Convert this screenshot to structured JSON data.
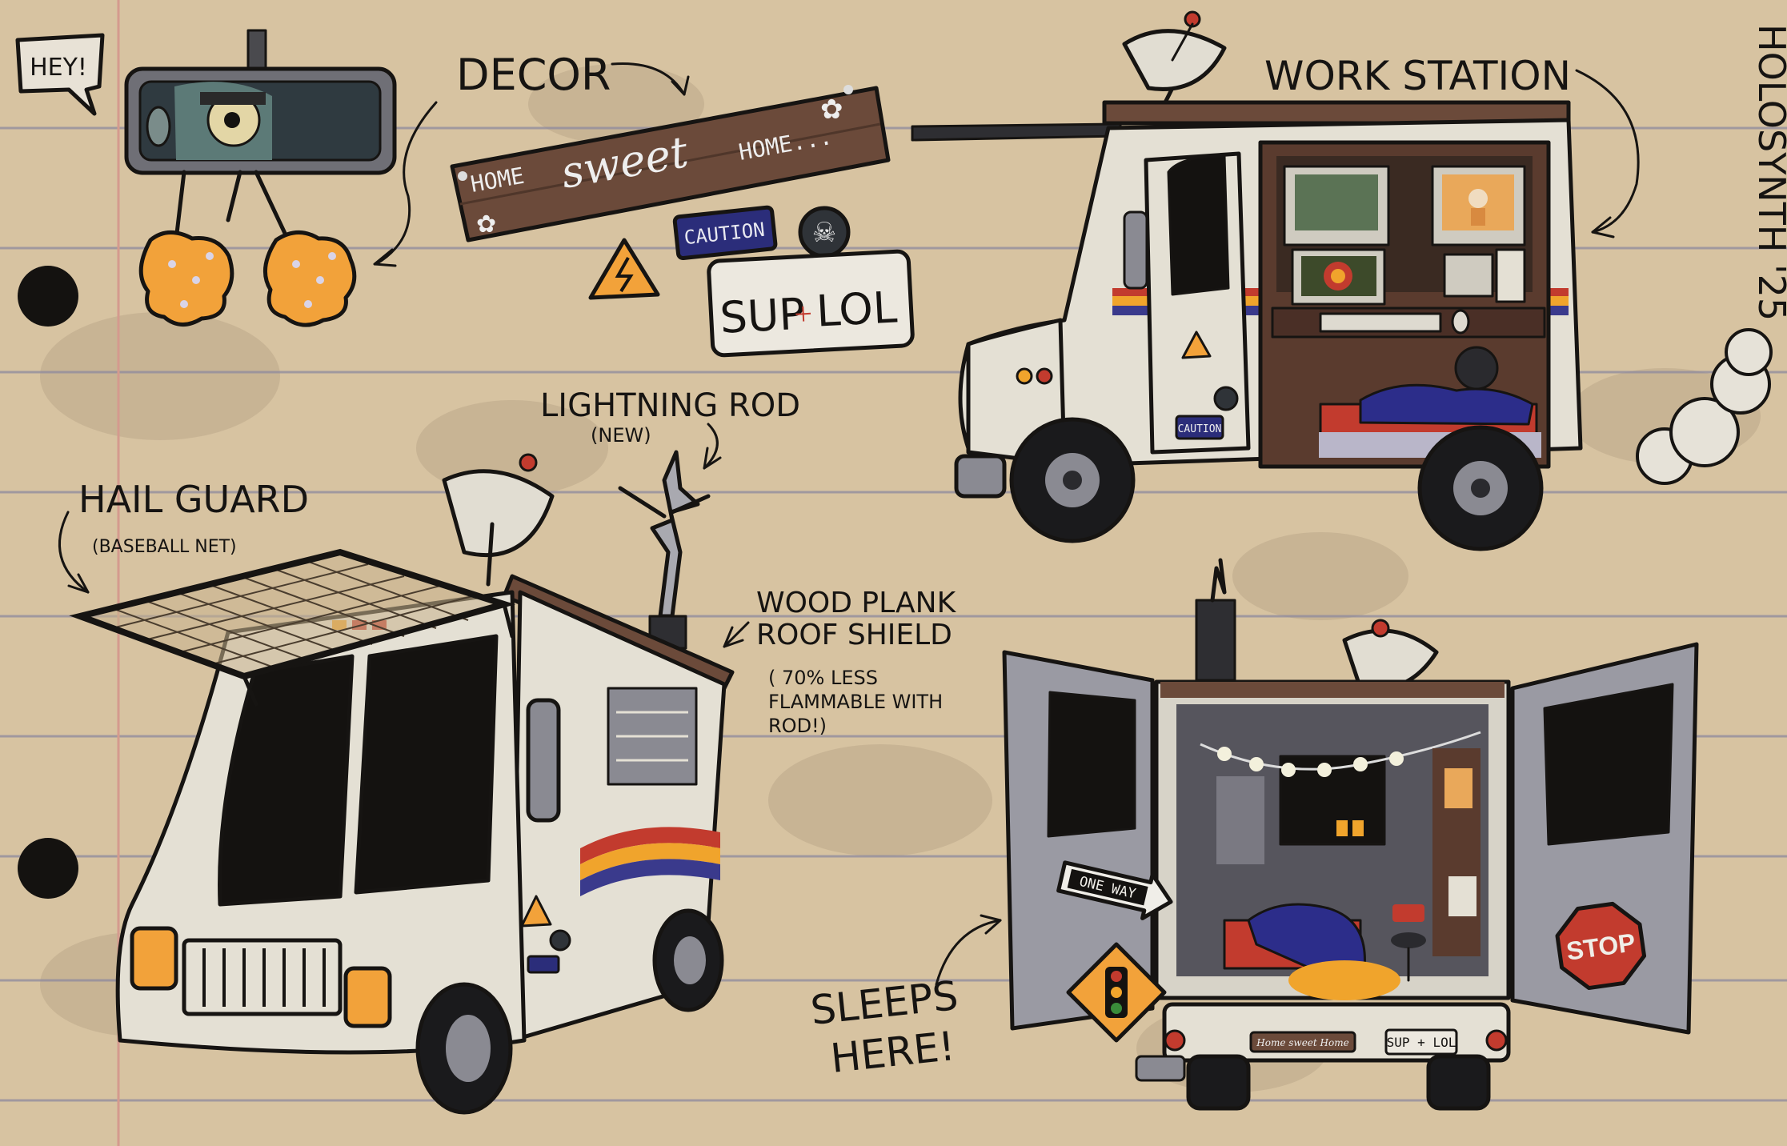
{
  "signature": "HOLOSYNTH '25",
  "labels": {
    "hey": "HEY!",
    "decor": "DECOR",
    "work_station": "WORK STATION",
    "lightning_rod": "LIGHTNING ROD",
    "lightning_rod_note": "(NEW)",
    "hail_guard": "HAIL GUARD",
    "hail_guard_note": "(BASEBALL NET)",
    "roof_shield_line1": "WOOD PLANK",
    "roof_shield_line2": "ROOF SHIELD",
    "roof_note_line1": "( 70% LESS",
    "roof_note_line2": "FLAMMABLE WITH",
    "roof_note_line3": "ROD!)",
    "sleeps_line1": "SLEEPS",
    "sleeps_line2": "HERE!"
  },
  "decor": {
    "sign_home": "HOME",
    "sign_sweet": "sweet",
    "sign_home2": "HOME...",
    "caution": "CAUTION",
    "plate": "SUP",
    "plate_plus": "+",
    "plate_end": "LOL"
  },
  "van_side": {
    "caution_sticker": "CAUTION"
  },
  "van_back": {
    "one_way": "ONE WAY",
    "stop": "STOP",
    "plate": "SUP + LOL",
    "bumper_sign": "Home sweet Home"
  },
  "colors": {
    "paper": "#d7c3a1",
    "ink": "#161412",
    "van_body": "#e4e0d4",
    "stripe_red": "#c23b2e",
    "stripe_orange": "#f0a42c",
    "stripe_blue": "#3a3a8c",
    "wood": "#6b4a3a",
    "door_gray": "#9a9aa3",
    "caution_blue": "#2b2d7a",
    "accent_orange": "#f2a23a"
  }
}
